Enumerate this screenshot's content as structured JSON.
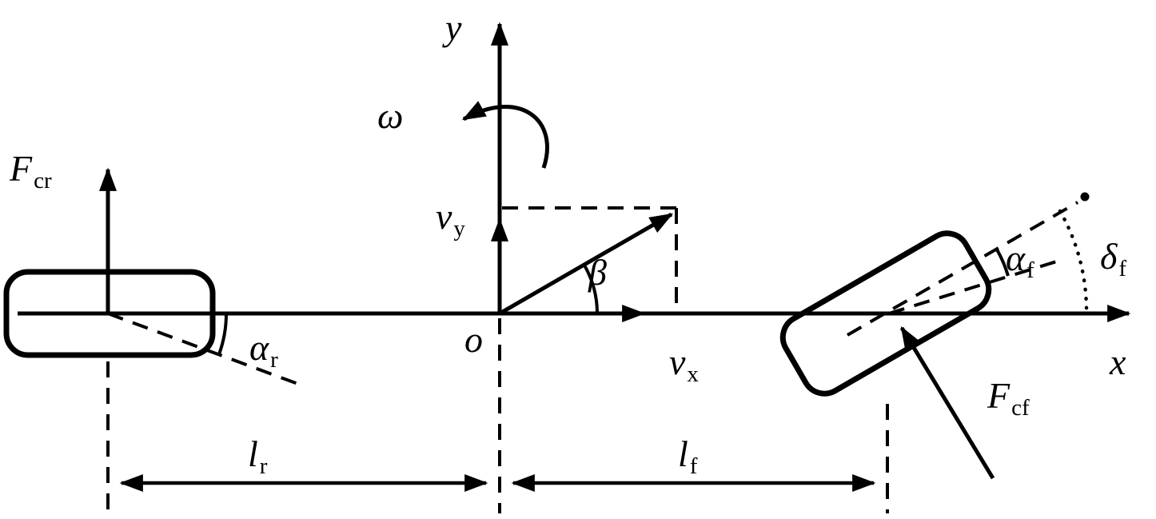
{
  "figure": {
    "background_color": "#ffffff",
    "line_color": "#000000"
  },
  "labels": {
    "y": "y",
    "x": "x",
    "o": "o",
    "omega": "ω",
    "beta": "β",
    "v_y": {
      "main": "v",
      "sub": "y"
    },
    "v_x": {
      "main": "v",
      "sub": "x"
    },
    "F_cr": {
      "main": "F",
      "sub": "cr"
    },
    "F_cf": {
      "main": "F",
      "sub": "cf"
    },
    "alpha_r": {
      "main": "α",
      "sub": "r"
    },
    "alpha_f": {
      "main": "α",
      "sub": "f"
    },
    "delta_f": {
      "main": "δ",
      "sub": "f"
    },
    "l_r": {
      "main": "l",
      "sub": "r"
    },
    "l_f": {
      "main": "l",
      "sub": "f"
    }
  }
}
